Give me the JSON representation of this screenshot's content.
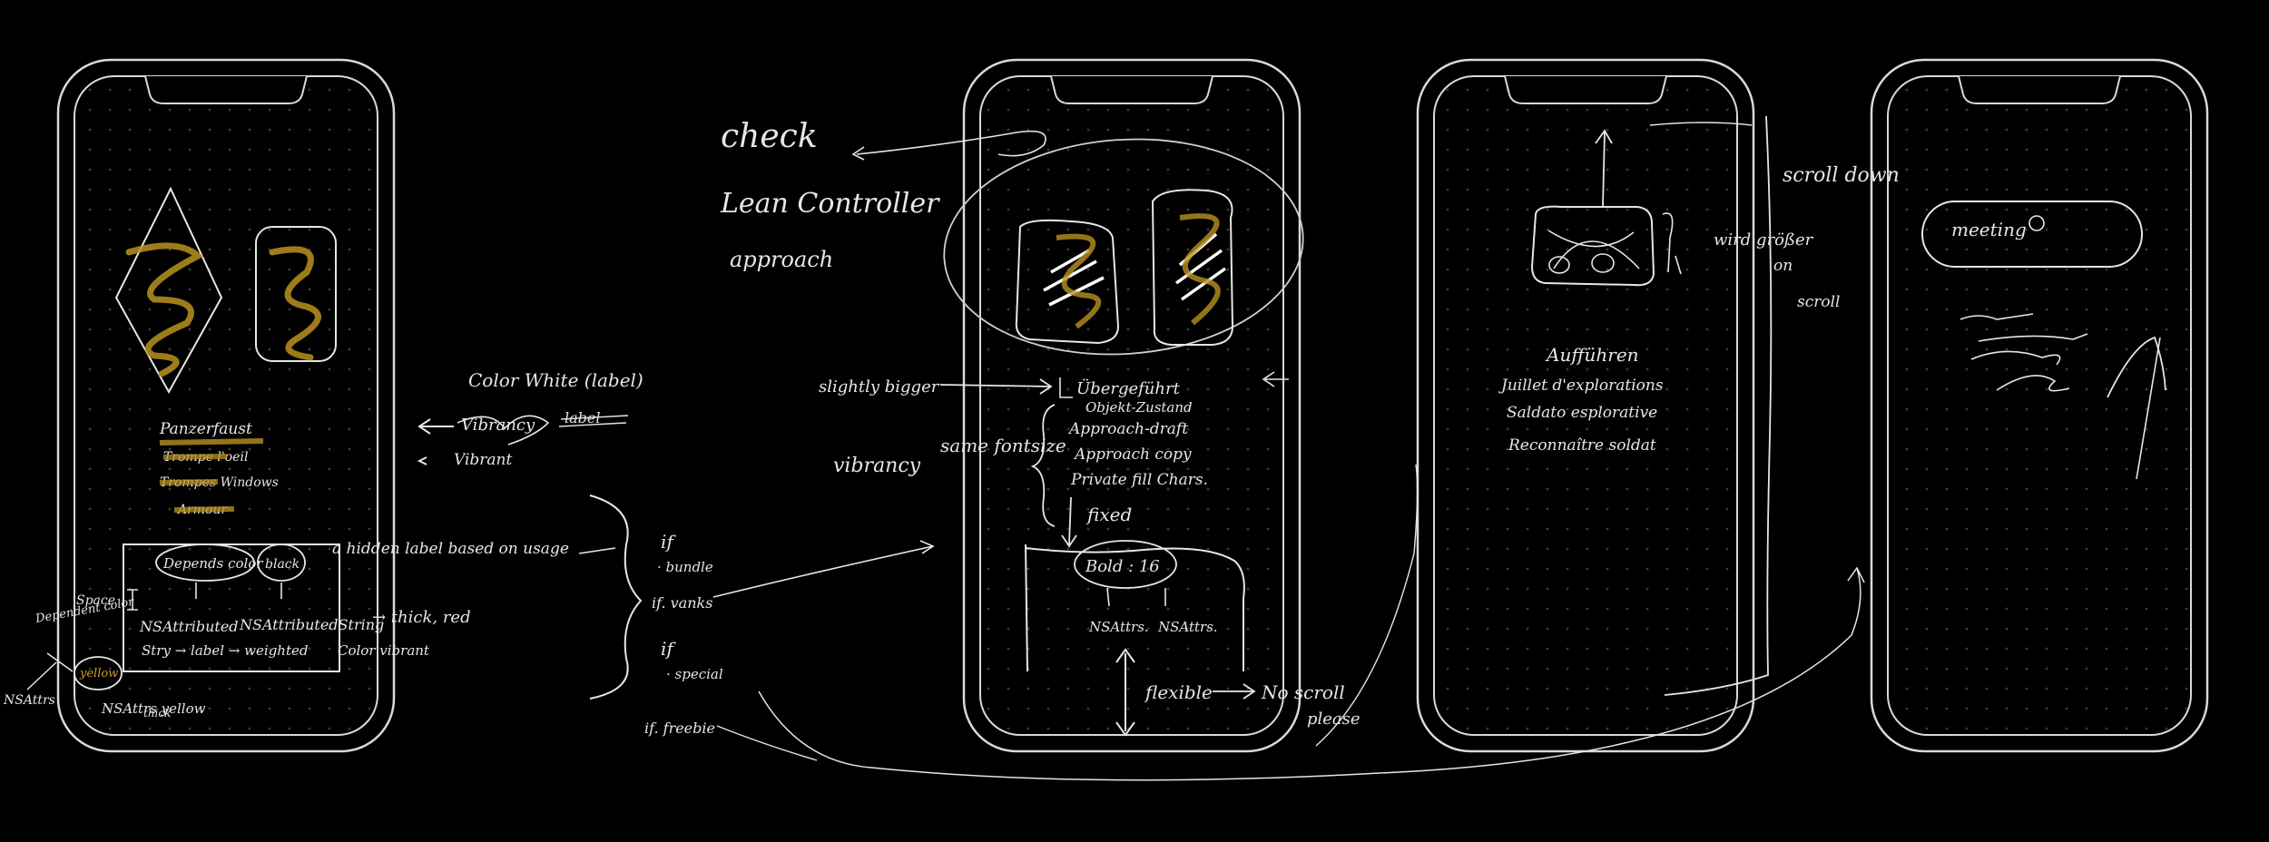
{
  "colors": {
    "background": "#000000",
    "frame": "#d9d9d9",
    "ink": "#e6e6e6",
    "highlight": "#b8921f",
    "dots": "#3a3a3a"
  },
  "phone1": {
    "title": "Panzerfaust",
    "lines": [
      "Trompe l'oeil",
      "Trompes Windows",
      "Armour"
    ],
    "note_color_white": "Color White (label)",
    "note_vibrancy": "Vibrancy",
    "note_label": "label",
    "note_vibrant": "Vibrant",
    "box_depends": "Depends color",
    "box_black": "black",
    "box_space": "Space",
    "box_ns_attributed_1": "NSAttributed",
    "box_ns_attributed_2": "NSAttributedString",
    "box_string_label": "Stry → label → weighted",
    "box_thick_red": "→ thick, red",
    "box_color_vibrant": "Color vibrant",
    "note_hidden_label": "a hidden label based on usage",
    "note_depends_color": "Dependent color",
    "note_yellow": "yellow",
    "note_nsattrs": "NSAttrs",
    "note_nsattrs_yellow": "NSAttrs yellow",
    "note_thick": "thick"
  },
  "middle_notes": {
    "if_1": "if",
    "if_1b": "· bundle",
    "if_2": "if. vanks",
    "if_3": "if",
    "if_3b": "· special",
    "if_4": "if. freebie"
  },
  "phone2": {
    "check_1": "check",
    "check_2": "Lean Controller",
    "check_3": "approach",
    "note_slightly_bigger": "slightly bigger",
    "note_vibrancy": "vibrancy",
    "note_same_fontsize": "same fontsize",
    "list": [
      "Übergeführt",
      "Objekt-Zustand",
      "Approach-draft",
      "Approach copy",
      "Private fill Chars."
    ],
    "fixed": "fixed",
    "bold": "Bold : 16",
    "ns_1": "NSAttrs.",
    "ns_2": "NSAttrs.",
    "flexible": "flexible",
    "no_scroll_1": "No scroll",
    "no_scroll_2": "please"
  },
  "phone3": {
    "title": "Aufführen",
    "lines": [
      "Juillet d'explorations",
      "Saldato esplorative",
      "Reconnaître soldat"
    ],
    "note_scroll": "scroll down",
    "note_disappear_1": "wird größer",
    "note_disappear_2": "on",
    "note_disappear_3": "scroll"
  },
  "phone4": {
    "pill_text": "meeting"
  }
}
